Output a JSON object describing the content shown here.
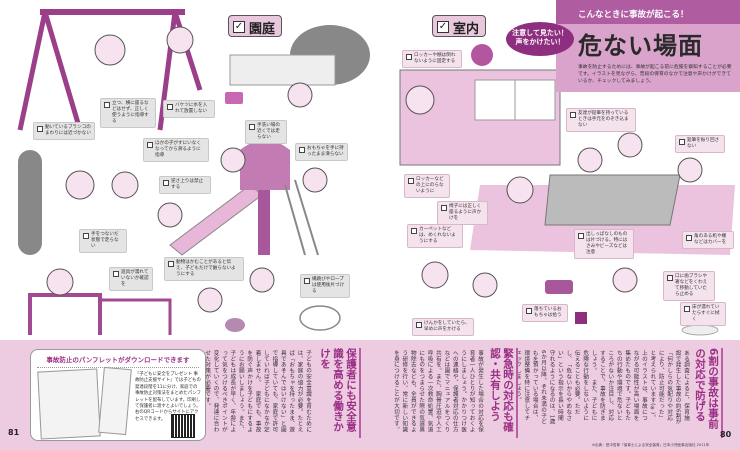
{
  "colors": {
    "accent": "#9b2f86",
    "title_band": "#b05ca0",
    "title_bg": "#d9a3cb",
    "bottom_band": "#edcbe0",
    "callout_left": "#e4e4e4",
    "callout_right": "#f4e2ed"
  },
  "left_page": {
    "section_tag": "園庭",
    "callouts": [
      "動いているブランコのまわりには近づかない",
      "立つ、横に座るなどはせず、正しく使うように指導する",
      "バケツに水を入れて放置しない",
      "手洗い場の近くでは走らない",
      "ほかの子がすにいなくなってから滑るように指導",
      "逆さ上りは禁止する",
      "おもちゃを手に持ったまま滑らない",
      "手をつないだ状態で走らない",
      "遊具が濡れていないか確認を",
      "動物はかむことがあると伝え、子どもだけで触らないようにする",
      "縄跳びやロープは使用後片づける"
    ],
    "pamphlet": {
      "title": "事故防止のパンフレットがダウンロードできます",
      "body": "『子どもに安全をプレゼント 事故防止支援サイト』では子どもの発達段階を11に分け、家庭での事故防止対策法をまとめたパンフレットを配布しています。印刷して保護者に渡すとよいでしょう。右のQRコードからサイトにアクセスできます。"
    },
    "article": {
      "heading": "保護者にも安全意識を高める働きかけを",
      "body": "子どもの安全意識を育むためには、家庭の協力が必要。たとえば「おもちゃを持ったまま、遊具であそんではいけない」と園で指導していても、家庭で許可していれば子どもになかなか定着しません。　家庭でも、事故を防ぐ声かけを子どもにするようにお願いしましょう。また、子どもは成長が早く、年齢によって気をつけるべきポイントが変化していくので、発達に合わせた対策が必要です。"
    },
    "page_number": "81"
  },
  "right_page": {
    "section_tag": "室内",
    "burst": "注意して見たい！声をかけたい！",
    "title_kicker": "こんなときに事故が起こる！",
    "title": "危ない場面",
    "intro": "事故を防止するためには、事故が起こる前に危険を察知することが必要です。イラストを見ながら、普段の保育のなかで注意や声かけができているか、チェックしてみましょう。",
    "callouts": [
      "ロッカーや棚は倒れないように固定する",
      "友達が鉛筆を持っているときは手元をのぞき込まない",
      "鉛筆を振り回さない",
      "ロッカーなどの上にのらないように",
      "椅子には正しく座るように声かけを",
      "カーペットなどは、めくれないようにする",
      "出しっぱなしのものは片づける。特にはさみやビーズなどは注意",
      "角のある机や棚などはカバーを",
      "口に歯ブラシや箸などをくわえて移動していたら止める",
      "落ちているおもちゃは拾う",
      "床が濡れていたらすぐに拭く",
      "けんかをしていたら、早めに声をかける"
    ],
    "article1": {
      "heading": "6割の事故は事前の対応で防げる",
      "body": "ある調査によると、保育施設で発生した事故の約6割が「何かしらの気配りや対応により、防止可能だった」と考えられています(※)。上のイラストは、事故につながる可能性が高い場面を集めたものです。子どもたちの行動や環境で危ないところがないか注目し、対応することで、事故を防ぎましょう。　また、子どもに危険な行動をしないように伝えることも必要。ただし、「危ないからやめなさい」という指示を長い時間守れるようになるのは、1歳6か月以降。それ未満の子どもを預かっている場合は、環境整備を特に注意してチェックしましょう。"
    },
    "article2": {
      "heading": "緊急時の対応も確認・共有しよう",
      "body": "事故が発生した場合の対応を保育者一人ひとりが知っておくようにしましょう。かかりつけ医への連絡や、保護者対応の仕方などは園でマニュアルをつくり共有を。また、胸骨圧迫や人工呼吸による一次救命処置、気道にものをつまらせた際の気道異物除去なども、全員ができるよう研修を行い、常に新しい知識を身につけることが大切です。"
    },
    "source_note": "※出典：田中哲郎『保育士による安全保育』日本小児医事出版社 2011年",
    "page_number": "80"
  }
}
